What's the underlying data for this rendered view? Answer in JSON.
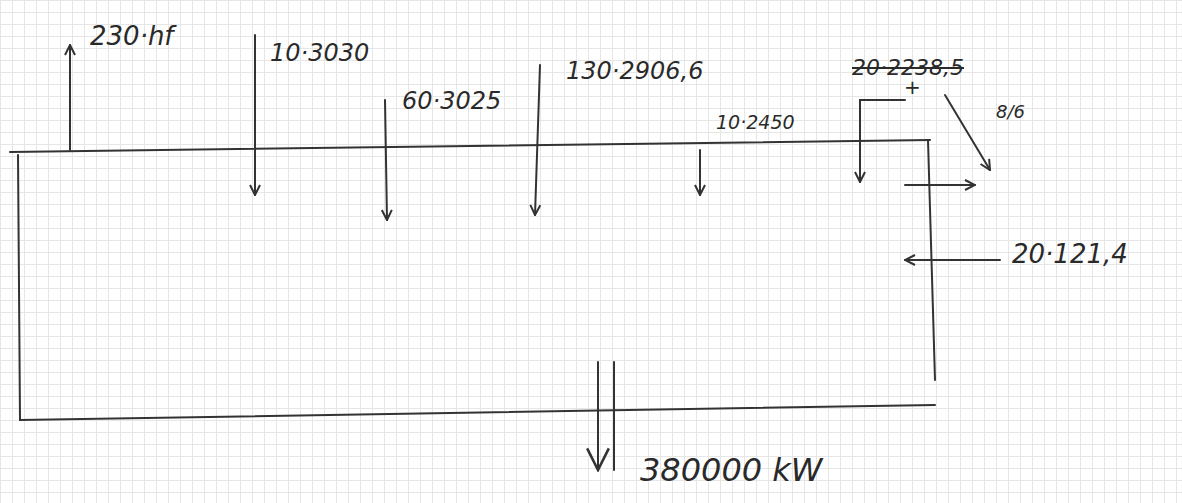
{
  "diagram": {
    "labels": [
      "230·hf",
      "10·3030",
      "60·3025",
      "130·2906,6",
      "10·2450",
      "20·2238,5",
      "+",
      "8/6",
      "20·121,4",
      "380000 kW"
    ]
  }
}
